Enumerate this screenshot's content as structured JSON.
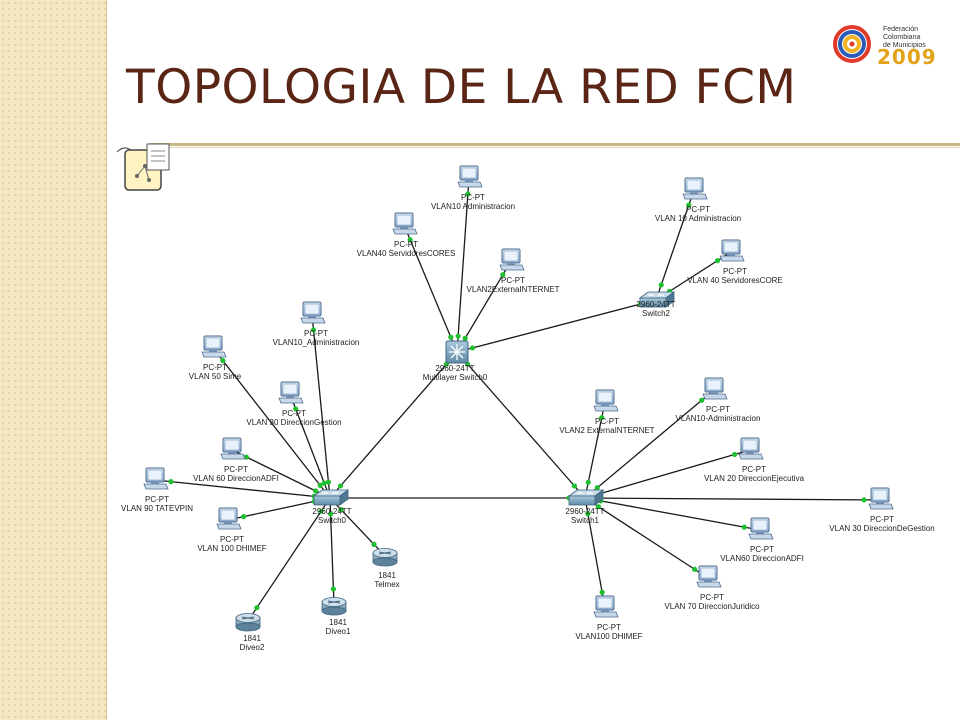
{
  "slide": {
    "title": "TOPOLOGIA DE LA RED FCM",
    "logo": {
      "lines": [
        "Federación",
        "Colombiana",
        "de Municipios"
      ],
      "year": "2009"
    }
  },
  "colors": {
    "title": "#5a2515",
    "link": "#1a1a1a",
    "link_endpoint": "#1fc02f",
    "side_strip": "#f4e8c4",
    "rule": "#c9b984"
  },
  "diagram": {
    "nodes": [
      {
        "id": "mls0",
        "kind": "multilayer",
        "labels": [
          "2960-24TT",
          "Multilayer Switch0"
        ]
      },
      {
        "id": "sw2",
        "kind": "switch",
        "labels": [
          "2960-24TT",
          "Switch2"
        ]
      },
      {
        "id": "sw0",
        "kind": "switch",
        "labels": [
          "2960-24TT",
          "Switch0"
        ]
      },
      {
        "id": "sw1",
        "kind": "switch",
        "labels": [
          "2960-24TT",
          "Switch1"
        ]
      },
      {
        "id": "pc_m1",
        "kind": "pc",
        "labels": [
          "PC-PT",
          "VLAN10 Administracion"
        ]
      },
      {
        "id": "pc_m2",
        "kind": "pc",
        "labels": [
          "PC-PT",
          "VLAN40 ServidoresCORES"
        ]
      },
      {
        "id": "pc_m3",
        "kind": "pc",
        "labels": [
          "PC-PT",
          "VLAN2ExternaINTERNET"
        ]
      },
      {
        "id": "pc_s2a",
        "kind": "pc",
        "labels": [
          "PC-PT",
          "VLAN 10 Administracion"
        ]
      },
      {
        "id": "pc_s2b",
        "kind": "pc",
        "labels": [
          "PC-PT",
          "VLAN 40 ServidoresCORE"
        ]
      },
      {
        "id": "pc_s0a",
        "kind": "pc",
        "labels": [
          "PC-PT",
          "VLAN10_Administracion"
        ]
      },
      {
        "id": "pc_s0b",
        "kind": "pc",
        "labels": [
          "PC-PT",
          "VLAN 50 Sime"
        ]
      },
      {
        "id": "pc_s0c",
        "kind": "pc",
        "labels": [
          "PC-PT",
          "VLAN 30 DireccionGestion"
        ]
      },
      {
        "id": "pc_s0d",
        "kind": "pc",
        "labels": [
          "PC-PT",
          "VLAN 60 DireccionADFI"
        ]
      },
      {
        "id": "pc_s0e",
        "kind": "pc",
        "labels": [
          "PC-PT",
          "VLAN 90 TATEVPIN"
        ]
      },
      {
        "id": "pc_s0f",
        "kind": "pc",
        "labels": [
          "PC-PT",
          "VLAN 100 DHIMEF"
        ]
      },
      {
        "id": "r_telmex",
        "kind": "router",
        "labels": [
          "1841",
          "Telmex"
        ]
      },
      {
        "id": "r_diveo1",
        "kind": "router",
        "labels": [
          "1841",
          "Diveo1"
        ]
      },
      {
        "id": "r_diveo2",
        "kind": "router",
        "labels": [
          "1841",
          "Diveo2"
        ]
      },
      {
        "id": "pc_s1a",
        "kind": "pc",
        "labels": [
          "PC-PT",
          "VLAN2 ExternaINTERNET"
        ]
      },
      {
        "id": "pc_s1b",
        "kind": "pc",
        "labels": [
          "PC-PT",
          "VLAN10-Administracion"
        ]
      },
      {
        "id": "pc_s1c",
        "kind": "pc",
        "labels": [
          "PC-PT",
          "VLAN 20 DireccionEjecutiva"
        ]
      },
      {
        "id": "pc_s1d",
        "kind": "pc",
        "labels": [
          "PC-PT",
          "VLAN 30 DireccionDeGestion"
        ]
      },
      {
        "id": "pc_s1e",
        "kind": "pc",
        "labels": [
          "PC-PT",
          "VLAN60 DireccionADFI"
        ]
      },
      {
        "id": "pc_s1f",
        "kind": "pc",
        "labels": [
          "PC-PT",
          "VLAN 70 DireccionJuridico"
        ]
      },
      {
        "id": "pc_s1g",
        "kind": "pc",
        "labels": [
          "PC-PT",
          "VLAN100 DHIMEF"
        ]
      }
    ],
    "links": [
      [
        "mls0",
        "sw2"
      ],
      [
        "mls0",
        "sw0"
      ],
      [
        "mls0",
        "sw1"
      ],
      [
        "sw0",
        "sw1"
      ],
      [
        "mls0",
        "pc_m1"
      ],
      [
        "mls0",
        "pc_m2"
      ],
      [
        "mls0",
        "pc_m3"
      ],
      [
        "sw2",
        "pc_s2a"
      ],
      [
        "sw2",
        "pc_s2b"
      ],
      [
        "sw0",
        "pc_s0a"
      ],
      [
        "sw0",
        "pc_s0b"
      ],
      [
        "sw0",
        "pc_s0c"
      ],
      [
        "sw0",
        "pc_s0d"
      ],
      [
        "sw0",
        "pc_s0e"
      ],
      [
        "sw0",
        "pc_s0f"
      ],
      [
        "sw0",
        "r_telmex"
      ],
      [
        "sw0",
        "r_diveo1"
      ],
      [
        "sw0",
        "r_diveo2"
      ],
      [
        "sw1",
        "pc_s1a"
      ],
      [
        "sw1",
        "pc_s1b"
      ],
      [
        "sw1",
        "pc_s1c"
      ],
      [
        "sw1",
        "pc_s1d"
      ],
      [
        "sw1",
        "pc_s1e"
      ],
      [
        "sw1",
        "pc_s1f"
      ],
      [
        "sw1",
        "pc_s1g"
      ]
    ]
  }
}
